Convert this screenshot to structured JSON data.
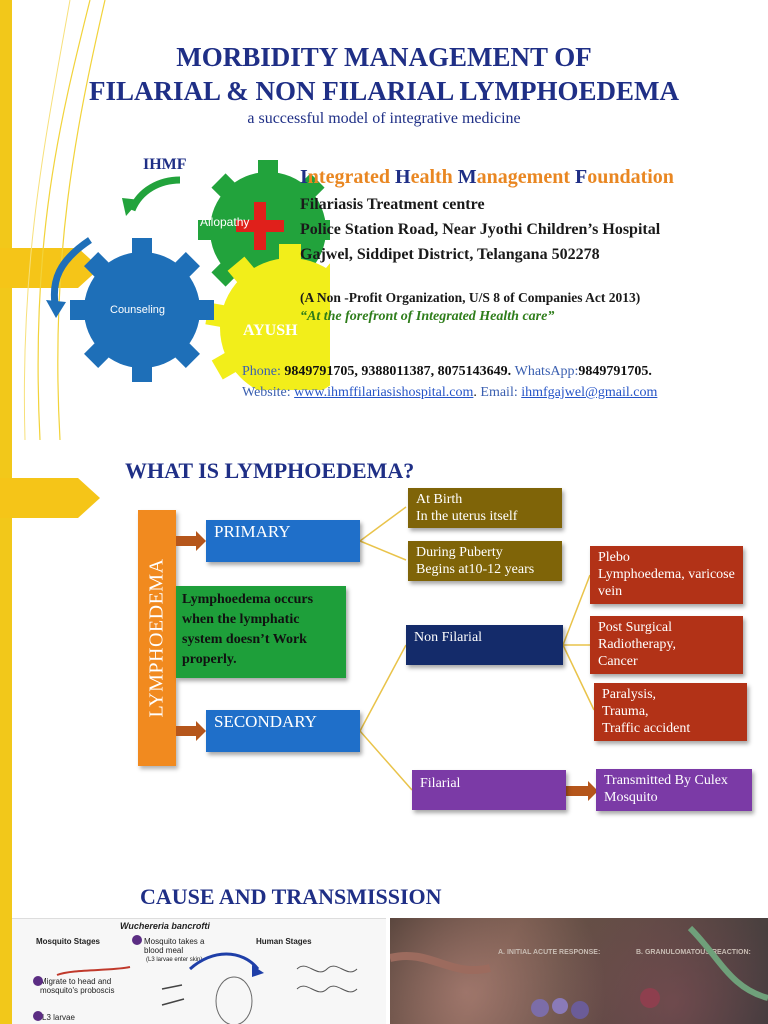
{
  "header": {
    "title_line1": "MORBIDITY MANAGEMENT OF",
    "title_line2": "FILARIAL & NON FILARIAL LYMPHOEDEMA",
    "subtitle": "a successful model of integrative medicine"
  },
  "logo": {
    "ihmf": "IHMF",
    "allopathy": "Allopathy",
    "counseling": "Counseling",
    "ayush": "AYUSH"
  },
  "org": {
    "name_parts": [
      {
        "cap": "I",
        "rest": "ntegrated "
      },
      {
        "cap": "H",
        "rest": "ealth "
      },
      {
        "cap": "M",
        "rest": "anagement "
      },
      {
        "cap": "F",
        "rest": "oundation"
      }
    ],
    "centre": "Filariasis Treatment centre",
    "address1": "Police Station Road, Near Jyothi Children’s Hospital",
    "address2": "Gajwel, Siddipet District, Telangana 502278",
    "nonprofit": "(A Non -Profit Organization, U/S 8 of Companies Act 2013)",
    "motto": "“At the forefront of Integrated Health care”",
    "phone_label": "Phone:",
    "phone_value": " 9849791705, 9388011387, 8075143649. ",
    "whatsapp_label": "WhatsApp:",
    "whatsapp_value": "9849791705.",
    "website_label": "Website:",
    "website": "www.ihmffilariasishospital.com",
    "email_label": "Email:",
    "email": "ihmfgajwel@gmail.com"
  },
  "lymph": {
    "heading": "WHAT IS LYMPHOEDEMA?",
    "vertical_label": "LYMPHOEDEMA",
    "definition": "Lymphoedema occurs when the lymphatic system doesn’t Work properly.",
    "primary": "PRIMARY",
    "secondary": "SECONDARY",
    "at_birth_1": "At Birth",
    "at_birth_2": "In the uterus itself",
    "puberty_1": "During Puberty",
    "puberty_2": "Begins at10-12 years",
    "non_filarial": "Non Filarial",
    "filarial": "Filarial",
    "plebo_1": "Plebo",
    "plebo_2": "Lymphoedema, varicose vein",
    "surgical_1": "Post Surgical",
    "surgical_2": "Radiotherapy,",
    "surgical_3": "Cancer",
    "paralysis_1": "Paralysis,",
    "paralysis_2": "Trauma,",
    "paralysis_3": "Traffic accident",
    "culex_1": "Transmitted By Culex",
    "culex_2": "Mosquito"
  },
  "cause": {
    "heading": "CAUSE AND TRANSMISSION",
    "species": "Wuchereria bancrofti",
    "mosquito_stages": "Mosquito Stages",
    "human_stages": "Human Stages",
    "step1": "Mosquito takes a blood meal",
    "step1_note": "(L3 larvae enter skin)",
    "step8": "Migrate to head and mosquito's proboscis",
    "l3": "L3 larvae",
    "acute_title": "A. INITIAL ACUTE RESPONSE:",
    "granulomatous_title": "B. GRANULOMATOUS REACTION:"
  },
  "colors": {
    "title_navy": "#1f2f86",
    "orange_accent": "#e98722",
    "rail_yellow": "#f2c81a",
    "gear_green": "#22a33c",
    "gear_blue": "#1e6fb8",
    "gear_yellow": "#f2ee1a",
    "cross_red": "#e0201b"
  },
  "icons": [
    "gear-icon",
    "red-cross-icon",
    "curved-arrow-icon"
  ]
}
